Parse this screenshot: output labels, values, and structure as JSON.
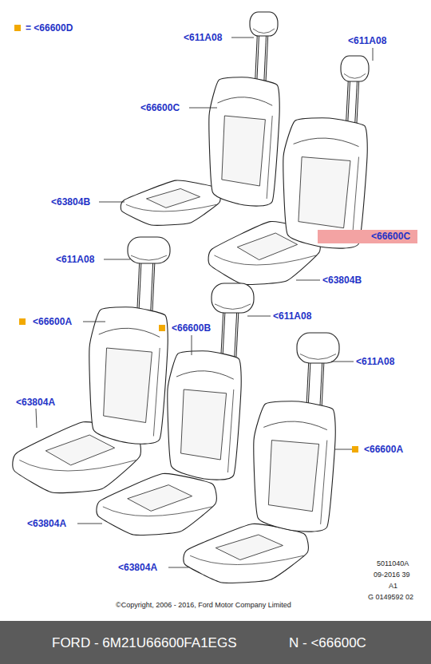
{
  "diagram": {
    "nodes": [
      {
        "text": [
          "<66600C"
        ]
      }
    ],
    "labels": [
      "<611A08",
      "<611A08",
      "<66600C",
      "<63804B",
      "<63804B",
      "<611A08",
      "<66600A",
      "<66600B",
      "<611A08",
      "<63804A",
      "<611A08",
      "<66600A",
      "<63804A",
      "<63804A",
      "5011040A",
      "09-2016 39",
      "A1",
      "G 0149592 02",
      "©Copyright, 2006 - 2016, Ford Motor Company Limited",
      "FORD - 6M21U66600FA1EGS",
      "N - <66600C"
    ],
    "legend": [
      {
        "text": "= <66600D",
        "color": "#f2a900"
      }
    ]
  }
}
